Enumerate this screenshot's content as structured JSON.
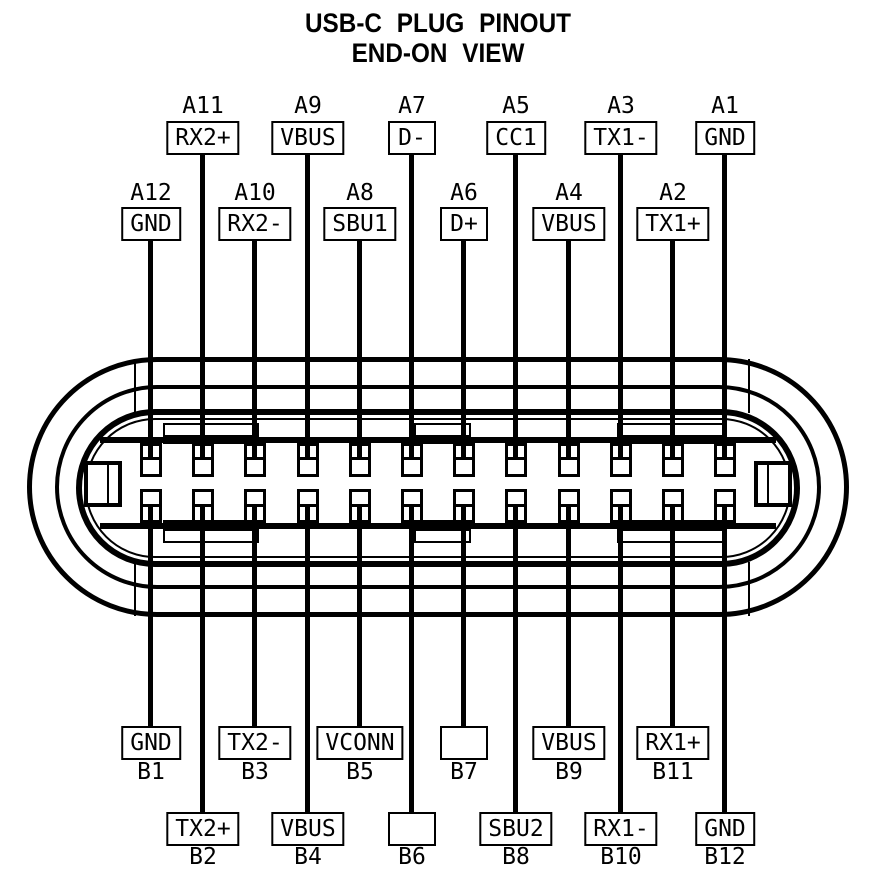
{
  "title": {
    "line1": "USB-C PLUG PINOUT",
    "line2": "END-ON VIEW"
  },
  "colors": {
    "ink": "#000000",
    "paper": "#ffffff"
  },
  "connector": {
    "rows": 2,
    "pins_per_row": 12,
    "view": "end-on plug"
  },
  "top_callouts": [
    {
      "pin": "A12",
      "signal": "GND",
      "col": 0,
      "tier": "near"
    },
    {
      "pin": "A11",
      "signal": "RX2+",
      "col": 1,
      "tier": "far"
    },
    {
      "pin": "A10",
      "signal": "RX2-",
      "col": 2,
      "tier": "near"
    },
    {
      "pin": "A9",
      "signal": "VBUS",
      "col": 3,
      "tier": "far"
    },
    {
      "pin": "A8",
      "signal": "SBU1",
      "col": 4,
      "tier": "near"
    },
    {
      "pin": "A7",
      "signal": "D-",
      "col": 5,
      "tier": "far"
    },
    {
      "pin": "A6",
      "signal": "D+",
      "col": 6,
      "tier": "near"
    },
    {
      "pin": "A5",
      "signal": "CC1",
      "col": 7,
      "tier": "far"
    },
    {
      "pin": "A4",
      "signal": "VBUS",
      "col": 8,
      "tier": "near"
    },
    {
      "pin": "A3",
      "signal": "TX1-",
      "col": 9,
      "tier": "far"
    },
    {
      "pin": "A2",
      "signal": "TX1+",
      "col": 10,
      "tier": "near"
    },
    {
      "pin": "A1",
      "signal": "GND",
      "col": 11,
      "tier": "far"
    }
  ],
  "bottom_callouts": [
    {
      "pin": "B1",
      "signal": "GND",
      "col": 0,
      "tier": "near"
    },
    {
      "pin": "B2",
      "signal": "TX2+",
      "col": 1,
      "tier": "far"
    },
    {
      "pin": "B3",
      "signal": "TX2-",
      "col": 2,
      "tier": "near"
    },
    {
      "pin": "B4",
      "signal": "VBUS",
      "col": 3,
      "tier": "far"
    },
    {
      "pin": "B5",
      "signal": "VCONN",
      "col": 4,
      "tier": "near"
    },
    {
      "pin": "B6",
      "signal": "",
      "col": 5,
      "tier": "far"
    },
    {
      "pin": "B7",
      "signal": "",
      "col": 6,
      "tier": "near"
    },
    {
      "pin": "B8",
      "signal": "SBU2",
      "col": 7,
      "tier": "far"
    },
    {
      "pin": "B9",
      "signal": "VBUS",
      "col": 8,
      "tier": "near"
    },
    {
      "pin": "B10",
      "signal": "RX1-",
      "col": 9,
      "tier": "far"
    },
    {
      "pin": "B11",
      "signal": "RX1+",
      "col": 10,
      "tier": "near"
    },
    {
      "pin": "B12",
      "signal": "GND",
      "col": 11,
      "tier": "far"
    }
  ]
}
